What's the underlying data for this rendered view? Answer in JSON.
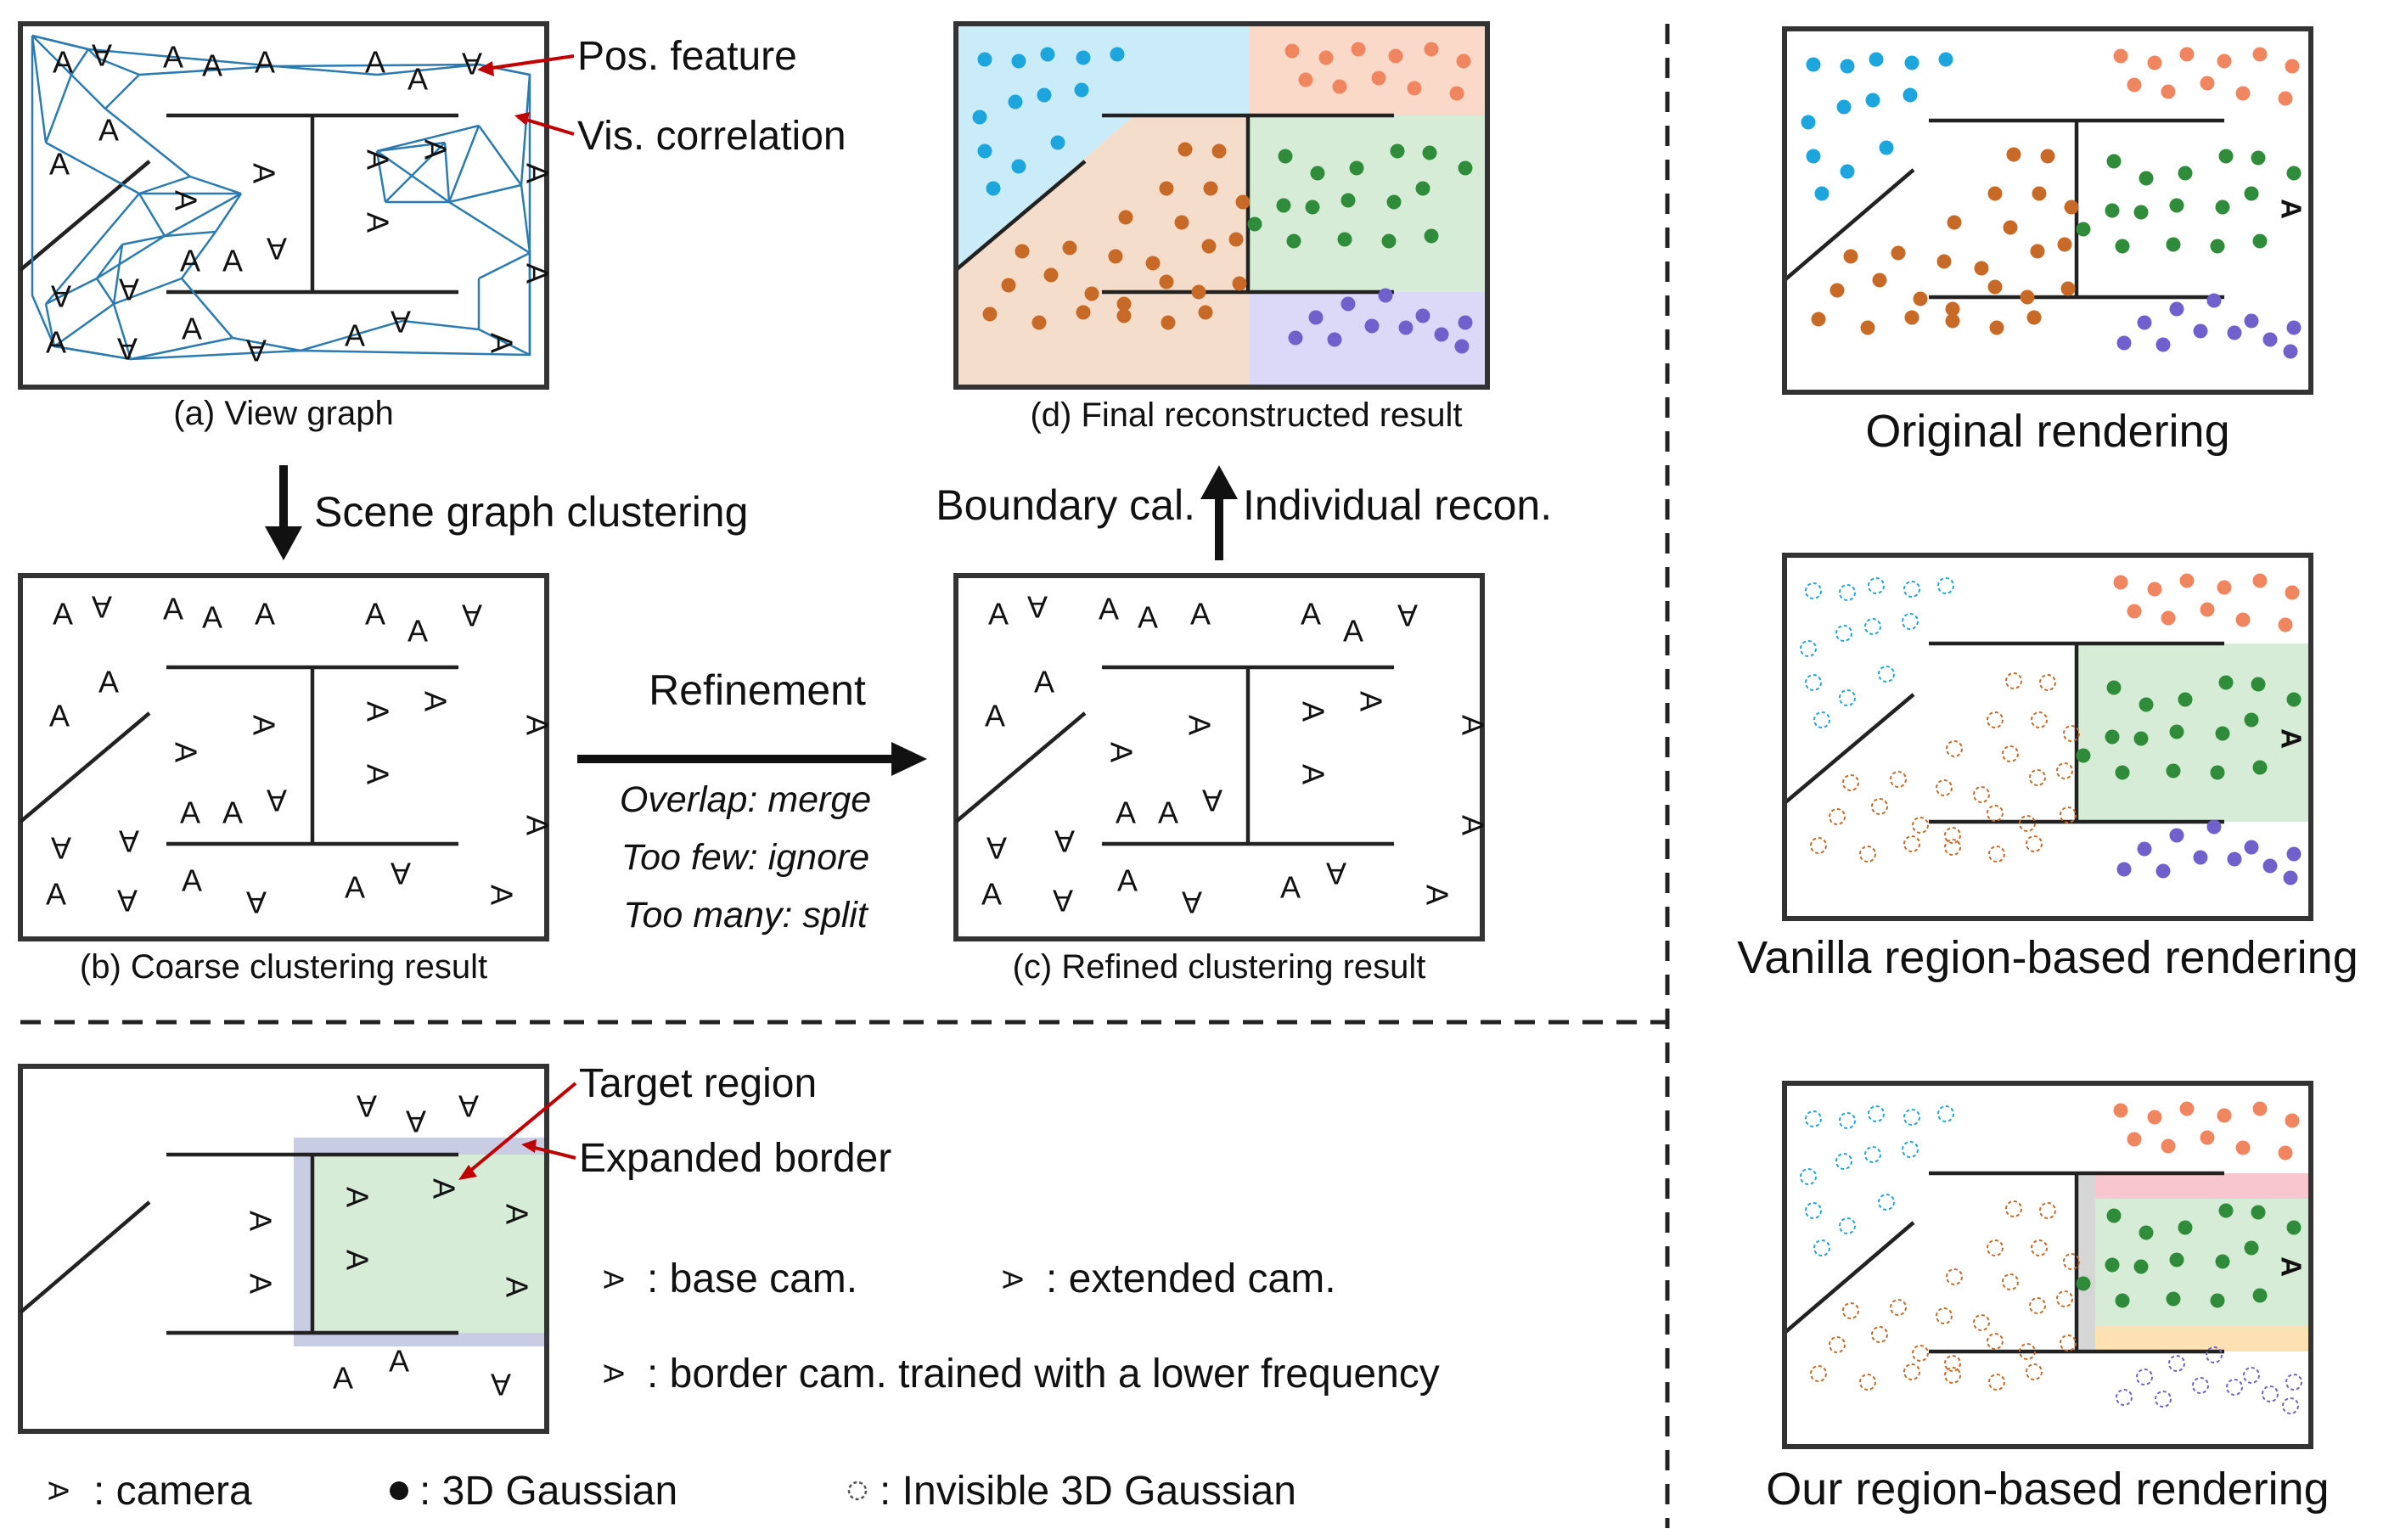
{
  "panels": {
    "a": {
      "caption": "(a) View graph"
    },
    "b": {
      "caption": "(b) Coarse clustering result"
    },
    "c": {
      "caption": "(c) Refined clustering result"
    },
    "d": {
      "caption": "(d) Final reconstructed result"
    }
  },
  "labels": {
    "pos_feature": "Pos. feature",
    "vis_correlation": "Vis. correlation",
    "scene_graph_clustering": "Scene graph clustering",
    "refinement": "Refinement",
    "overlap": "Overlap: merge",
    "too_few": "Too few: ignore",
    "too_many": "Too many: split",
    "boundary_cal": "Boundary cal.",
    "individual_recon": "Individual recon.",
    "target_region": "Target region",
    "expanded_border": "Expanded border"
  },
  "legend": {
    "base_cam": ": base cam.",
    "extended_cam": ": extended cam.",
    "border_cam": ": border cam. trained with a lower frequency",
    "camera": ": camera",
    "gaussian": ": 3D Gaussian",
    "invisible_gaussian": ": Invisible 3D Gaussian"
  },
  "right_panels": {
    "original": "Original rendering",
    "vanilla": "Vanilla region-based rendering",
    "ours": "Our region-based rendering"
  },
  "camera_glyph": "A",
  "colors": {
    "blue": "#1ca6dd",
    "orange": "#f08660",
    "brown": "#c86a27",
    "green": "#2f8c3a",
    "purple": "#7060cc",
    "dark_purple": "#6a2f9a",
    "yellow": "#f2c500",
    "red": "#c00000",
    "edge": "#2b7bb0",
    "bg_blue": "#c9ecf8",
    "bg_orange": "#fbd9c9",
    "bg_brown": "#f5ddcb",
    "bg_green": "#d7ecd6",
    "bg_purple": "#dcd8f7",
    "expanded": "#c9cde3",
    "pink": "#f8c6cf",
    "peach": "#fde1b2"
  }
}
